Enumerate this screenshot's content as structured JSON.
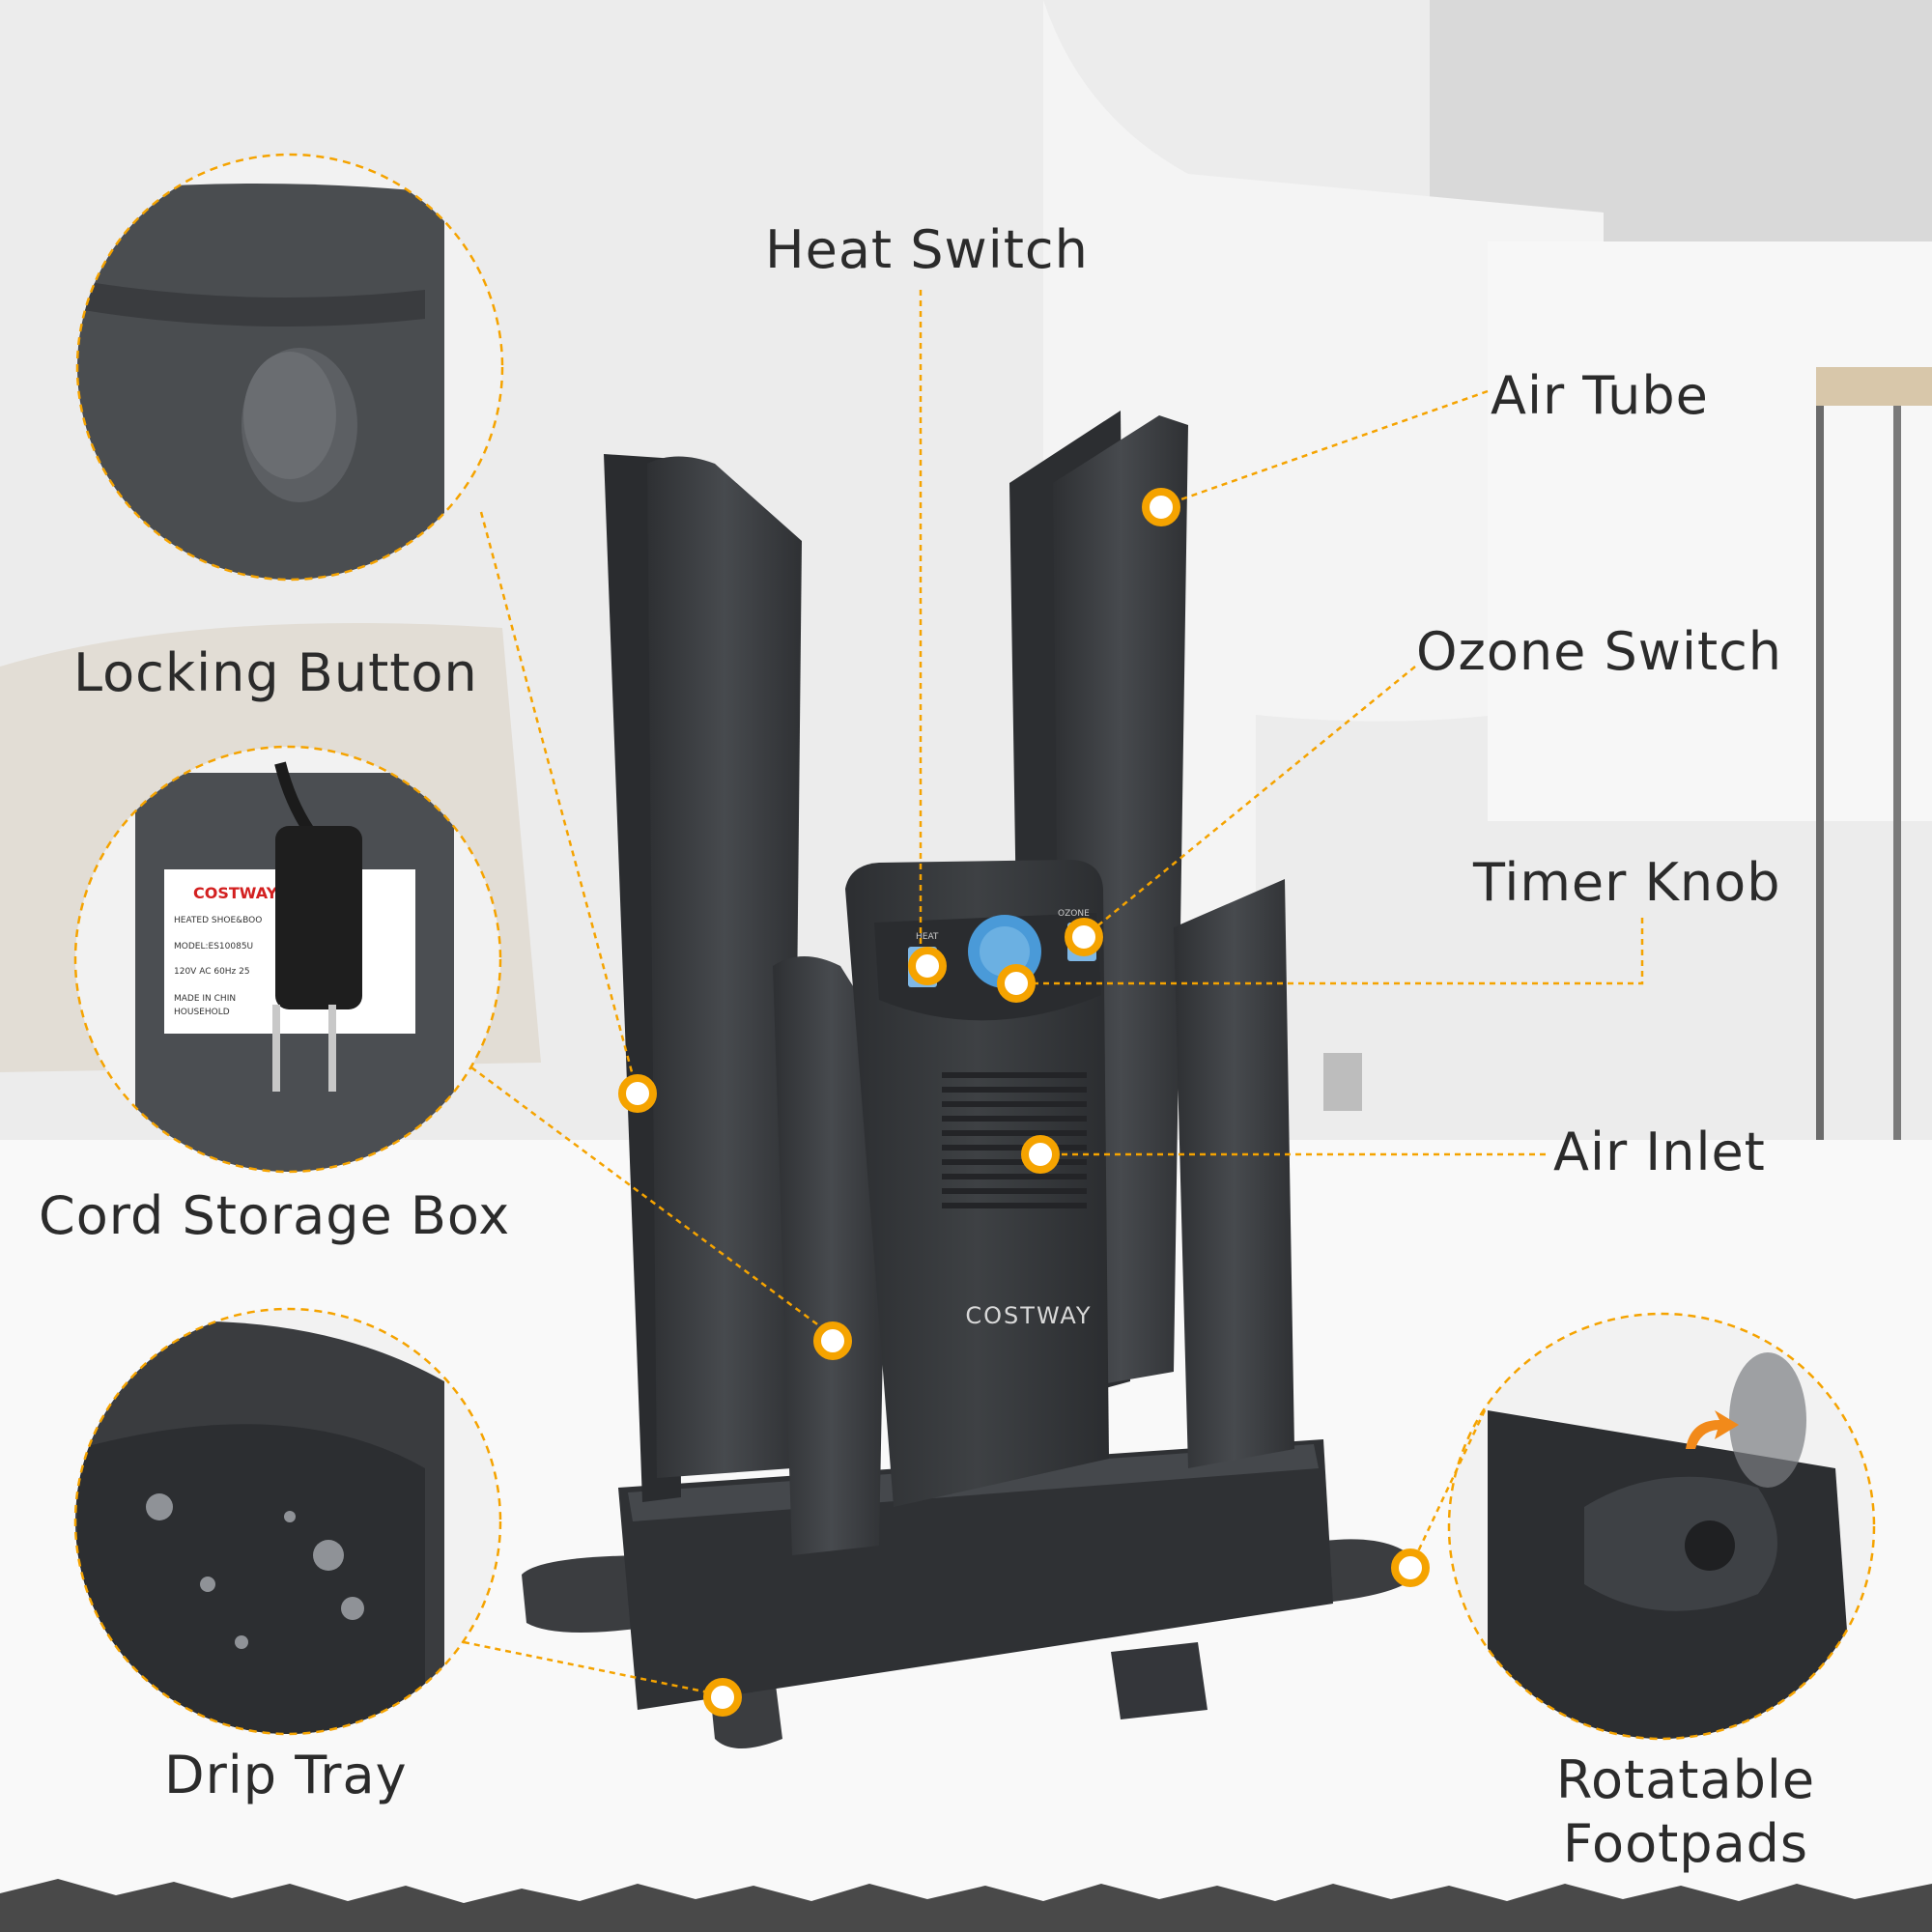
{
  "labels": {
    "heat_switch": "Heat Switch",
    "air_tube": "Air Tube",
    "locking_button": "Locking Button",
    "ozone_switch": "Ozone Switch",
    "timer_knob": "Timer Knob",
    "cord_storage_box": "Cord Storage Box",
    "air_inlet": "Air Inlet",
    "drip_tray": "Drip Tray",
    "rotatable_footpads_line1": "Rotatable",
    "rotatable_footpads_line2": "Footpads"
  },
  "product": {
    "brand": "COSTWAY",
    "panel_heat": "HEAT",
    "panel_ozone": "OZONE"
  },
  "nameplate": {
    "brand": "COSTWAY",
    "line1": "HEATED SHOE&BOO",
    "line2": "MODEL:ES10085U",
    "line3": "120V AC 60Hz 25",
    "line4": "MADE IN CHIN",
    "line5": "HOUSEHOLD"
  },
  "colors": {
    "accent": "#f5a300",
    "product_body": "#3a3c3f",
    "knob": "#4a9ad8",
    "switch": "#7fb8e6"
  }
}
